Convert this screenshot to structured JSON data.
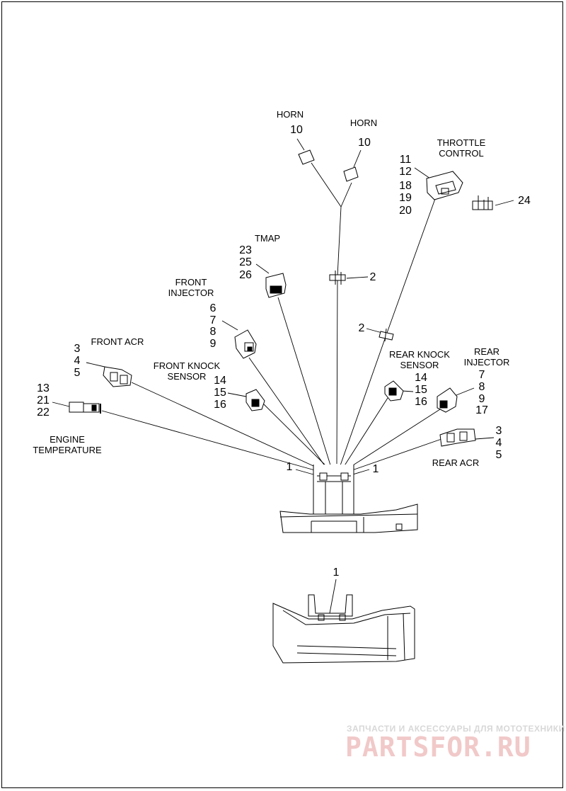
{
  "labels": {
    "horn_left": "HORN",
    "horn_right": "HORN",
    "throttle_control": "THROTTLE\nCONTROL",
    "tmap": "TMAP",
    "front_injector": "FRONT\nINJECTOR",
    "front_acr": "FRONT ACR",
    "front_knock_sensor": "FRONT  KNOCK\nSENSOR",
    "engine_temperature": "ENGINE\nTEMPERATURE",
    "rear_knock_sensor": "REAR KNOCK\nSENSOR",
    "rear_injector": "REAR\nINJECTOR",
    "rear_acr": "REAR ACR"
  },
  "callouts": {
    "horn_left": [
      "10"
    ],
    "horn_right": [
      "10"
    ],
    "throttle": [
      "11",
      "12",
      "18",
      "19",
      "20"
    ],
    "item24": [
      "24"
    ],
    "tmap": [
      "23",
      "25",
      "26"
    ],
    "clip_upper": [
      "2"
    ],
    "clip_lower": [
      "2"
    ],
    "front_injector": [
      "6",
      "7",
      "8",
      "9"
    ],
    "front_acr": [
      "3",
      "4",
      "5"
    ],
    "front_knock": [
      "14",
      "15",
      "16"
    ],
    "engine_temp": [
      "13",
      "21",
      "22"
    ],
    "rear_knock": [
      "14",
      "15",
      "16"
    ],
    "rear_injector": [
      "7",
      "8",
      "9",
      "17"
    ],
    "rear_acr": [
      "3",
      "4",
      "5"
    ],
    "bracket_left": [
      "1"
    ],
    "bracket_right": [
      "1"
    ],
    "detail": [
      "1"
    ]
  },
  "watermark": {
    "tagline": "ЗАПЧАСТИ И АКСЕССУАРЫ ДЛЯ МОТОТЕХНИКИ",
    "brand": "PARTSFOR.RU"
  }
}
